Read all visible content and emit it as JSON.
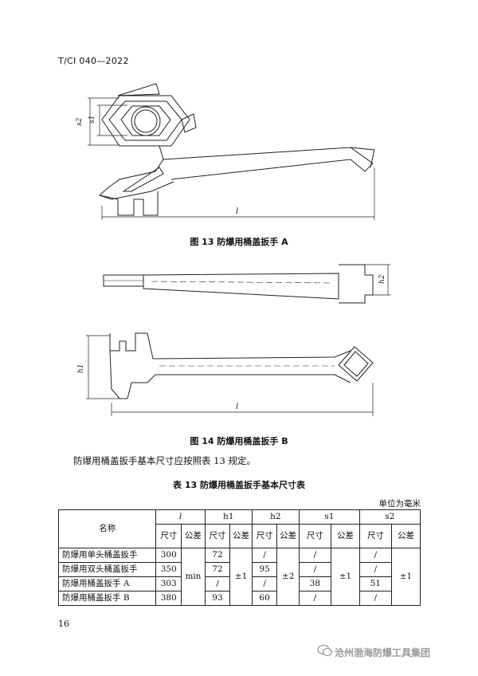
{
  "header": {
    "standard_code": "T/CI 040—2022"
  },
  "figures": [
    {
      "caption": "图 13   防爆用桶盖扳手 A",
      "dims": {
        "s2": "s2",
        "s1": "s1",
        "l": "l"
      }
    },
    {
      "caption": "图 14   防爆用桶盖扳手 B",
      "dims": {
        "h2": "h2",
        "h1": "h1",
        "l": "l"
      }
    }
  ],
  "paragraph": "防爆用桶盖扳手基本尺寸应按照表 13 规定。",
  "table": {
    "caption": "表 13   防爆用桶盖扳手基本尺寸表",
    "unit_note": "单位为毫米",
    "head": {
      "name": "名称",
      "l": "l",
      "h1": "h1",
      "h2": "h2",
      "s1": "s1",
      "s2": "s2",
      "size": "尺寸",
      "tol": "公差"
    },
    "rows": [
      {
        "name": "防爆用单头桶盖扳手",
        "l": "300",
        "h1": "72",
        "h2": "/",
        "s1": "/",
        "s2": "/"
      },
      {
        "name": "防爆用双头桶盖扳手",
        "l": "350",
        "h1": "72",
        "h2": "95",
        "s1": "/",
        "s2": "/"
      },
      {
        "name": "防爆用桶盖扳手 A",
        "l": "303",
        "h1": "/",
        "h2": "/",
        "s1": "38",
        "s2": "51"
      },
      {
        "name": "防爆用桶盖扳手 B",
        "l": "380",
        "h1": "93",
        "h2": "60",
        "s1": "/",
        "s2": "/"
      }
    ],
    "tolerances": {
      "l": "min",
      "h1": "±1",
      "h2": "±2",
      "s1": "±1",
      "s2": "±1"
    }
  },
  "page_number": "16",
  "watermark": "沧州渤海防爆工具集团"
}
